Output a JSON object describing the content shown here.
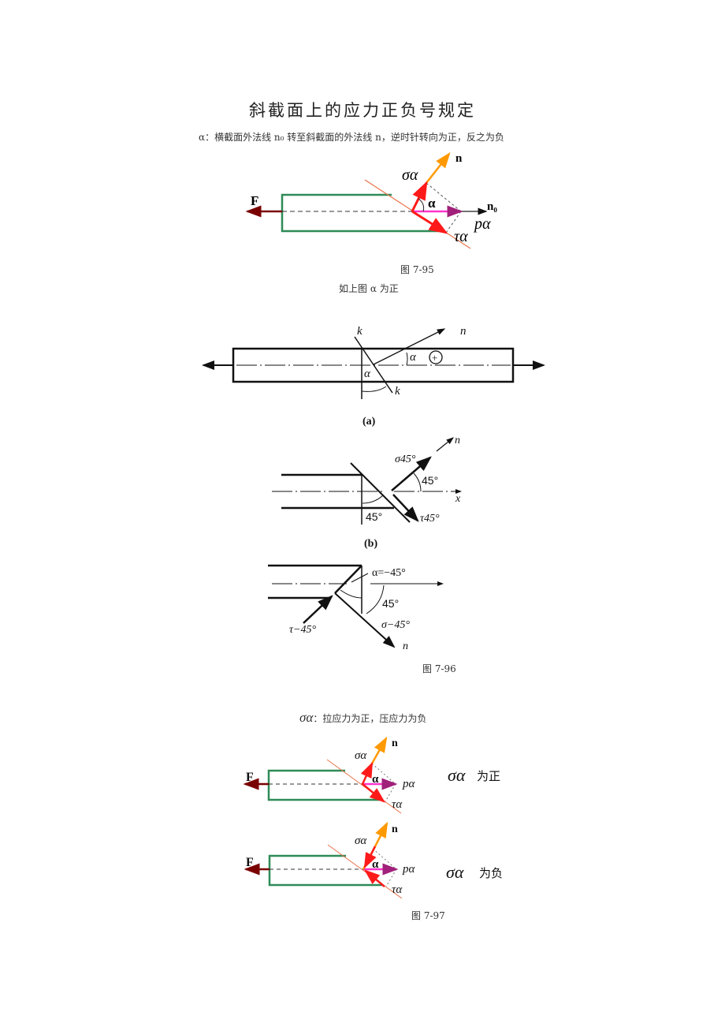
{
  "title": "斜截面上的应力正负号规定",
  "alpha_rule": "α：横截面外法线 n₀ 转至斜截面的外法线 n，逆时针转向为正，反之为负",
  "fig95": {
    "labels": {
      "F": "F",
      "n": "n",
      "n0": "n₀",
      "sigma": "σα",
      "alpha": "α",
      "p": "pα",
      "tau": "τα"
    },
    "caption": "图 7-95",
    "note": "如上图 α 为正"
  },
  "fig96": {
    "a": {
      "k_top": "k",
      "k_bottom": "k",
      "n": "n",
      "alpha1": "α",
      "alpha2": "α",
      "plus": "+",
      "caption": "(a)"
    },
    "b": {
      "n": "n",
      "sigma": "σ45°",
      "angle1": "45°",
      "angle2": "45°",
      "x": "x",
      "tau": "τ45°",
      "caption": "(b)"
    },
    "c": {
      "alpha_eq": "α=−45°",
      "angle": "45°",
      "sigma": "σ−45°",
      "tau": "τ−45°",
      "n": "n"
    },
    "caption": "图 7-96"
  },
  "sigma_rule": {
    "symbol": "σα",
    "text": "：拉应力为正，压应力为负"
  },
  "fig97": {
    "top": {
      "F": "F",
      "n": "n",
      "sigma": "σα",
      "alpha": "α",
      "p": "pα",
      "tau": "τα",
      "result_symbol": "σα",
      "result_text": "为正"
    },
    "bottom": {
      "F": "F",
      "n": "n",
      "sigma": "σα",
      "alpha": "α",
      "p": "pα",
      "tau": "τα",
      "result_symbol": "σα",
      "result_text": "为负"
    },
    "caption": "图 7-97"
  },
  "colors": {
    "green": "#2e8b57",
    "red": "#ff1a1a",
    "orange": "#ff9900",
    "magenta": "#ff33cc",
    "darkred": "#7a0000",
    "salmon": "#e8734a"
  }
}
